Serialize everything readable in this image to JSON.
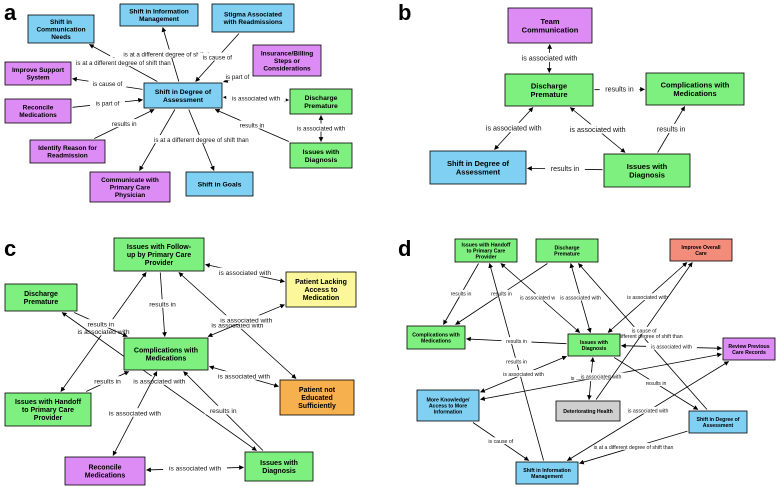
{
  "colors": {
    "blue": "#7fd0f3",
    "green": "#7ef07f",
    "purple": "#dd8cf5",
    "yellow": "#fbf79a",
    "orange": "#f6b04e",
    "salmon": "#f48c7c",
    "gray": "#cfcfcf",
    "edge": "#000000"
  },
  "panels": [
    {
      "letter": "a",
      "nodes": [
        {
          "id": "a1",
          "lines": [
            "Shift in",
            "Communication",
            "Needs"
          ],
          "color": "blue"
        },
        {
          "id": "a2",
          "lines": [
            "Shift in Information",
            "Management"
          ],
          "color": "blue"
        },
        {
          "id": "a3",
          "lines": [
            "Stigma Associated",
            "with Readmissions"
          ],
          "color": "blue"
        },
        {
          "id": "a4",
          "lines": [
            "Insurance/Billing",
            "Steps or",
            "Considerations"
          ],
          "color": "purple"
        },
        {
          "id": "a5",
          "lines": [
            "Improve Support",
            "System"
          ],
          "color": "purple"
        },
        {
          "id": "a6",
          "lines": [
            "Shift in Degree of",
            "Assessment"
          ],
          "color": "blue"
        },
        {
          "id": "a7",
          "lines": [
            "Discharge",
            "Premature"
          ],
          "color": "green"
        },
        {
          "id": "a8",
          "lines": [
            "Reconcile",
            "Medications"
          ],
          "color": "purple"
        },
        {
          "id": "a9",
          "lines": [
            "Identify Reason for",
            "Readmission"
          ],
          "color": "purple"
        },
        {
          "id": "a10",
          "lines": [
            "Issues with",
            "Diagnosis"
          ],
          "color": "green"
        },
        {
          "id": "a11",
          "lines": [
            "Communicate with",
            "Primary Care",
            "Physician"
          ],
          "color": "purple"
        },
        {
          "id": "a12",
          "lines": [
            "Shift in Goals"
          ],
          "color": "blue"
        }
      ],
      "edges": [
        {
          "from": "a6",
          "to": "a1",
          "label": "is at a different degree of shift than",
          "arrows": "end"
        },
        {
          "from": "a6",
          "to": "a2",
          "label": "is at a different degree of shift than",
          "arrows": "end"
        },
        {
          "from": "a3",
          "to": "a6",
          "label": "is cause of",
          "arrows": "end"
        },
        {
          "from": "a4",
          "to": "a6",
          "label": "is part of",
          "arrows": "end"
        },
        {
          "from": "a6",
          "to": "a5",
          "label": "is cause of",
          "arrows": "end"
        },
        {
          "from": "a8",
          "to": "a6",
          "label": "is part of",
          "arrows": "end"
        },
        {
          "from": "a6",
          "to": "a7",
          "label": "is associated with",
          "arrows": "both"
        },
        {
          "from": "a9",
          "to": "a6",
          "label": "results in",
          "arrows": "end"
        },
        {
          "from": "a10",
          "to": "a6",
          "label": "results in",
          "arrows": "end"
        },
        {
          "from": "a7",
          "to": "a10",
          "label": "is associated with",
          "arrows": "both"
        },
        {
          "from": "a6",
          "to": "a11",
          "label": "is cause of",
          "arrows": "end"
        },
        {
          "from": "a6",
          "to": "a12",
          "label": "is at a different degree of shift than",
          "arrows": "end"
        }
      ]
    },
    {
      "letter": "b",
      "nodes": [
        {
          "id": "b1",
          "lines": [
            "Team",
            "Communication"
          ],
          "color": "purple"
        },
        {
          "id": "b2",
          "lines": [
            "Discharge",
            "Premature"
          ],
          "color": "green"
        },
        {
          "id": "b3",
          "lines": [
            "Complications with",
            "Medications"
          ],
          "color": "green"
        },
        {
          "id": "b4",
          "lines": [
            "Shift in Degree of",
            "Assessment"
          ],
          "color": "blue"
        },
        {
          "id": "b5",
          "lines": [
            "Issues with",
            "Diagnosis"
          ],
          "color": "green"
        }
      ],
      "edges": [
        {
          "from": "b1",
          "to": "b2",
          "label": "is associated with",
          "arrows": "both"
        },
        {
          "from": "b2",
          "to": "b3",
          "label": "results in",
          "arrows": "end"
        },
        {
          "from": "b4",
          "to": "b2",
          "label": "is associated with",
          "arrows": "both"
        },
        {
          "from": "b2",
          "to": "b5",
          "label": "is associated with",
          "arrows": "both"
        },
        {
          "from": "b5",
          "to": "b3",
          "label": "results in",
          "arrows": "end"
        },
        {
          "from": "b5",
          "to": "b4",
          "label": "results in",
          "arrows": "end"
        }
      ]
    },
    {
      "letter": "c",
      "nodes": [
        {
          "id": "c1",
          "lines": [
            "Issues with Follow-",
            "up by Primary Care",
            "Provider"
          ],
          "color": "green"
        },
        {
          "id": "c2",
          "lines": [
            "Patient Lacking",
            "Access to",
            "Medication"
          ],
          "color": "yellow"
        },
        {
          "id": "c3",
          "lines": [
            "Discharge",
            "Premature"
          ],
          "color": "green"
        },
        {
          "id": "c4",
          "lines": [
            "Complications with",
            "Medications"
          ],
          "color": "green"
        },
        {
          "id": "c5",
          "lines": [
            "Patient not",
            "Educated",
            "Sufficiently"
          ],
          "color": "orange"
        },
        {
          "id": "c6",
          "lines": [
            "Issues with Handoff",
            "to Primary Care",
            "Provider"
          ],
          "color": "green"
        },
        {
          "id": "c7",
          "lines": [
            "Reconcile",
            "Medications"
          ],
          "color": "purple"
        },
        {
          "id": "c8",
          "lines": [
            "Issues with",
            "Diagnosis"
          ],
          "color": "green"
        }
      ],
      "edges": [
        {
          "from": "c1",
          "to": "c2",
          "label": "is associated with",
          "arrows": "both"
        },
        {
          "from": "c1",
          "to": "c6",
          "label": "is associated with",
          "arrows": "both"
        },
        {
          "from": "c1",
          "to": "c4",
          "label": "results in",
          "arrows": "end"
        },
        {
          "from": "c1",
          "to": "c5",
          "label": "is associated with",
          "arrows": "both"
        },
        {
          "from": "c3",
          "to": "c4",
          "label": "results in",
          "arrows": "end"
        },
        {
          "from": "c2",
          "to": "c4",
          "label": "is associated with",
          "arrows": "both"
        },
        {
          "from": "c5",
          "to": "c4",
          "label": "is associated with",
          "arrows": "both"
        },
        {
          "from": "c6",
          "to": "c4",
          "label": "results in",
          "arrows": "end"
        },
        {
          "from": "c3",
          "to": "c8",
          "label": "is associated with",
          "arrows": "both"
        },
        {
          "from": "c8",
          "to": "c4",
          "label": "results in",
          "arrows": "end"
        },
        {
          "from": "c7",
          "to": "c4",
          "label": "is associated with",
          "arrows": "both"
        },
        {
          "from": "c7",
          "to": "c8",
          "label": "is associated with",
          "arrows": "both"
        }
      ]
    },
    {
      "letter": "d",
      "nodes": [
        {
          "id": "d1",
          "lines": [
            "Issues with Handoff",
            "to Primary Care",
            "Provider"
          ],
          "color": "green"
        },
        {
          "id": "d2",
          "lines": [
            "Discharge",
            "Premature"
          ],
          "color": "green"
        },
        {
          "id": "d3",
          "lines": [
            "Improve Overall",
            "Care"
          ],
          "color": "salmon"
        },
        {
          "id": "d4",
          "lines": [
            "Complications with",
            "Medications"
          ],
          "color": "green"
        },
        {
          "id": "d5",
          "lines": [
            "Issues with",
            "Diagnosis"
          ],
          "color": "green"
        },
        {
          "id": "d6",
          "lines": [
            "Review Previous",
            "Care Records"
          ],
          "color": "purple"
        },
        {
          "id": "d7",
          "lines": [
            "More Knowledge/",
            "Access to More",
            "Information"
          ],
          "color": "blue"
        },
        {
          "id": "d8",
          "lines": [
            "Deteriorating Health"
          ],
          "color": "gray"
        },
        {
          "id": "d9",
          "lines": [
            "Shift in Degree of",
            "Assessment"
          ],
          "color": "blue"
        },
        {
          "id": "d10",
          "lines": [
            "Shift in Information",
            "Management"
          ],
          "color": "blue"
        }
      ],
      "edges": [
        {
          "from": "d1",
          "to": "d4",
          "label": "results in",
          "arrows": "end"
        },
        {
          "from": "d2",
          "to": "d4",
          "label": "results in",
          "arrows": "end"
        },
        {
          "from": "d1",
          "to": "d5",
          "label": "is associated with",
          "arrows": "both"
        },
        {
          "from": "d2",
          "to": "d5",
          "label": "is associated with",
          "arrows": "both"
        },
        {
          "from": "d10",
          "to": "d1",
          "label": "results in",
          "arrows": "end"
        },
        {
          "from": "d9",
          "to": "d2",
          "label": "is at a different degree of shift than",
          "arrows": "end"
        },
        {
          "from": "d5",
          "to": "d3",
          "label": "is associated with",
          "arrows": "both"
        },
        {
          "from": "d5",
          "to": "d4",
          "label": "results in",
          "arrows": "end"
        },
        {
          "from": "d6",
          "to": "d5",
          "label": "is associated with",
          "arrows": "both"
        },
        {
          "from": "d7",
          "to": "d5",
          "label": "is associated with",
          "arrows": "both"
        },
        {
          "from": "d5",
          "to": "d8",
          "label": "is associated with",
          "arrows": "both"
        },
        {
          "from": "d7",
          "to": "d6",
          "label": "is associated with",
          "arrows": "both"
        },
        {
          "from": "d5",
          "to": "d9",
          "label": "results in",
          "arrows": "end"
        },
        {
          "from": "d8",
          "to": "d3",
          "label": "is cause of",
          "arrows": "end"
        },
        {
          "from": "d7",
          "to": "d10",
          "label": "is cause of",
          "arrows": "end"
        },
        {
          "from": "d9",
          "to": "d10",
          "label": "is at a different degree of shift than",
          "arrows": "end"
        },
        {
          "from": "d6",
          "to": "d10",
          "label": "is associated with",
          "arrows": "both"
        }
      ]
    }
  ]
}
